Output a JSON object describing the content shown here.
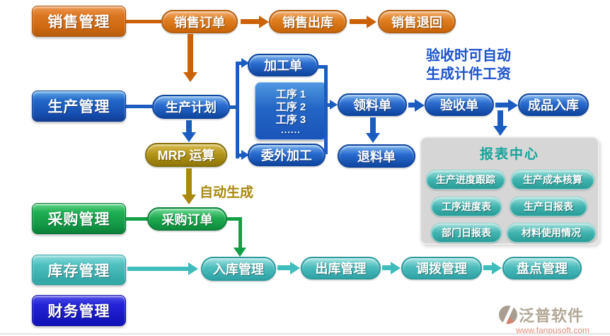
{
  "colors": {
    "orange": "#CB6207",
    "blue": "#1A5CC0",
    "gold": "#A8890E",
    "green": "#12A047",
    "teal": "#3FBCBC",
    "finance_blue": "#1414BC",
    "panel_gray": "#D6D6D6",
    "report_teal": "#2FAFAF",
    "note_blue": "#1B52CC"
  },
  "sales": {
    "module": "销售管理",
    "order": "销售订单",
    "outbound": "销售出库",
    "return": "销售退回"
  },
  "production": {
    "module": "生产管理",
    "plan": "生产计划",
    "mrp": "MRP 运算",
    "process_order": "加工单",
    "steps": [
      "工序 1",
      "工序 2",
      "工序 3",
      "......"
    ],
    "outsourcing": "委外加工",
    "material_request": "领料单",
    "material_return": "退料单",
    "acceptance": "验收单",
    "finished_goods_in": "成品入库",
    "note_line1": "验收时可自动",
    "note_line2": "生成计件工资"
  },
  "report_center": {
    "title": "报表中心",
    "items": [
      "生产进度跟踪",
      "生产成本核算",
      "工序进度表",
      "生产日报表",
      "部门日报表",
      "材料使用情况"
    ]
  },
  "purchase": {
    "module": "采购管理",
    "order": "采购订单",
    "auto_label": "自动生成"
  },
  "inventory": {
    "module": "库存管理",
    "inbound": "入库管理",
    "outbound": "出库管理",
    "transfer": "调拨管理",
    "stocktake": "盘点管理"
  },
  "finance": {
    "module": "财务管理"
  },
  "watermark": {
    "brand": "泛普软件",
    "site": "www.fanpusoft.com"
  }
}
